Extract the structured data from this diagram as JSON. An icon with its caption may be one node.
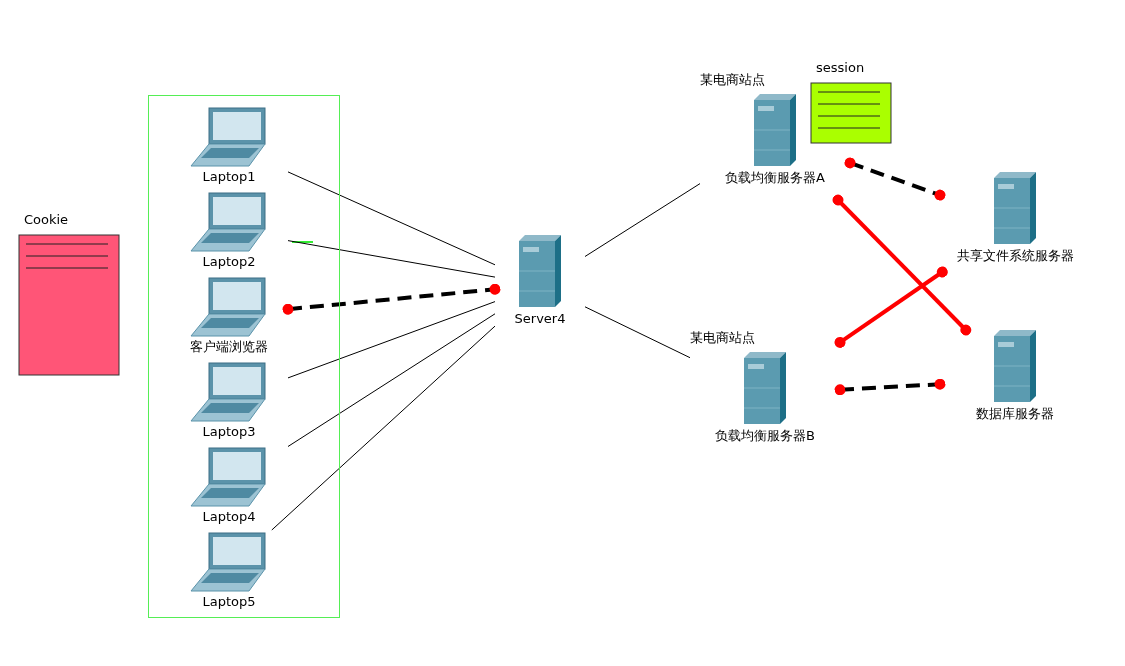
{
  "diagram": {
    "nodes": [
      {
        "text": [],
        "shape": "box"
      },
      {
        "text": [
          "Laptop1"
        ],
        "in": 0
      },
      {
        "text": [
          "Laptop2"
        ],
        "in": 0
      },
      {
        "text": [
          "客户端浏览器"
        ],
        "in": 0
      },
      {
        "text": [
          "Laptop3"
        ],
        "in": 0
      },
      {
        "text": [
          "Laptop4"
        ],
        "in": 0
      },
      {
        "text": [
          "Laptop5"
        ],
        "in": 0
      },
      {
        "text": [
          "Server4"
        ]
      },
      {
        "text": [
          "某电商站点",
          "负载均衡服务器A"
        ]
      },
      {
        "text": [
          "某电商站点",
          "负载均衡服务器B"
        ]
      },
      {
        "text": [
          "共享文件系统服务器"
        ]
      },
      {
        "text": [
          "数据库服务器"
        ]
      },
      {
        "text": [
          "session"
        ]
      },
      {
        "text": [
          "Cookie"
        ]
      }
    ],
    "edges": [
      {
        "from": 1,
        "to": 7,
        "arrow": "none"
      },
      {
        "from": 2,
        "to": 7,
        "arrow": "none"
      },
      {
        "from": 3,
        "to": 7,
        "arrow": "other",
        "style": "dashed"
      },
      {
        "from": 4,
        "to": 7,
        "arrow": "none"
      },
      {
        "from": 5,
        "to": 7,
        "arrow": "none"
      },
      {
        "from": 6,
        "to": 7,
        "arrow": "none"
      },
      {
        "from": 7,
        "to": 8,
        "arrow": "none"
      },
      {
        "from": 7,
        "to": 9,
        "arrow": "none"
      },
      {
        "from": 8,
        "to": 10,
        "arrow": "other",
        "style": "dashed"
      },
      {
        "from": 8,
        "to": 11,
        "arrow": "other",
        "style": "thick",
        "color": "#ff0000"
      },
      {
        "from": 9,
        "to": 10,
        "arrow": "other",
        "style": "thick",
        "color": "#ff0000"
      },
      {
        "from": 9,
        "to": 11,
        "arrow": "other",
        "style": "dashed"
      }
    ]
  }
}
